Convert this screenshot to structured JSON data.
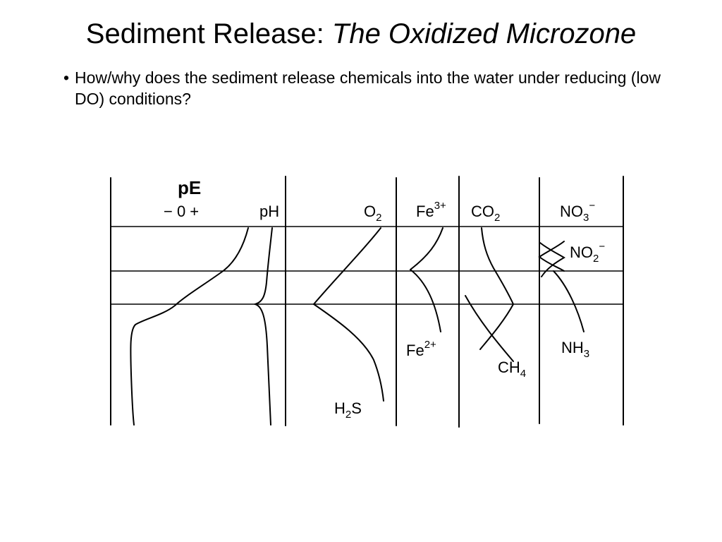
{
  "slide": {
    "title_main": "Sediment Release: ",
    "title_italic": "The Oxidized Microzone",
    "bullets": [
      "How/why does the sediment release chemicals into the water under reducing (low DO) conditions?"
    ]
  },
  "diagram": {
    "headers": {
      "pe": "pE",
      "pe_scale": "− 0 +",
      "ph": "pH"
    },
    "species": {
      "o2": {
        "base": "O",
        "sub": "2"
      },
      "fe3": {
        "base": "Fe",
        "sup": "3+"
      },
      "co2": {
        "base": "CO",
        "sub": "2"
      },
      "no3": {
        "base": "NO",
        "sub": "3",
        "sup": "−"
      },
      "no2": {
        "base": "NO",
        "sub": "2",
        "sup": "−"
      },
      "fe2": {
        "base": "Fe",
        "sup": "2+"
      },
      "ch4": {
        "base": "CH",
        "sub": "4"
      },
      "nh3": {
        "base": "NH",
        "sub": "3"
      },
      "h2s": {
        "base": "H",
        "sub": "2",
        "tail": "S"
      }
    }
  }
}
